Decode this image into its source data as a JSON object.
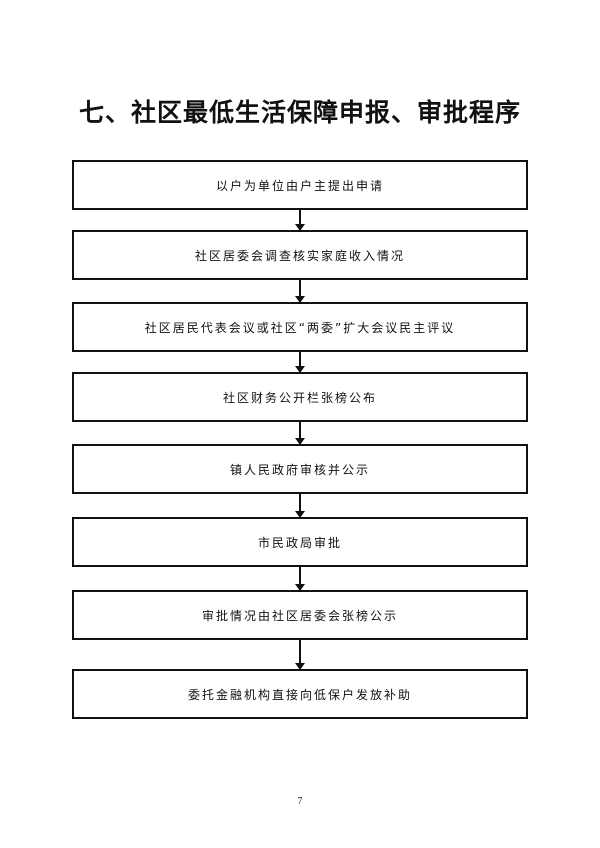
{
  "title": "七、社区最低生活保障申报、审批程序",
  "steps": [
    "以户为单位由户主提出申请",
    "社区居委会调查核实家庭收入情况",
    "社区居民代表会议或社区“两委”扩大会议民主评议",
    "社区财务公开栏张榜公布",
    "镇人民政府审核并公示",
    "市民政局审批",
    "审批情况由社区居委会张榜公示",
    "委托金融机构直接向低保户发放补助"
  ],
  "page_number": "7"
}
